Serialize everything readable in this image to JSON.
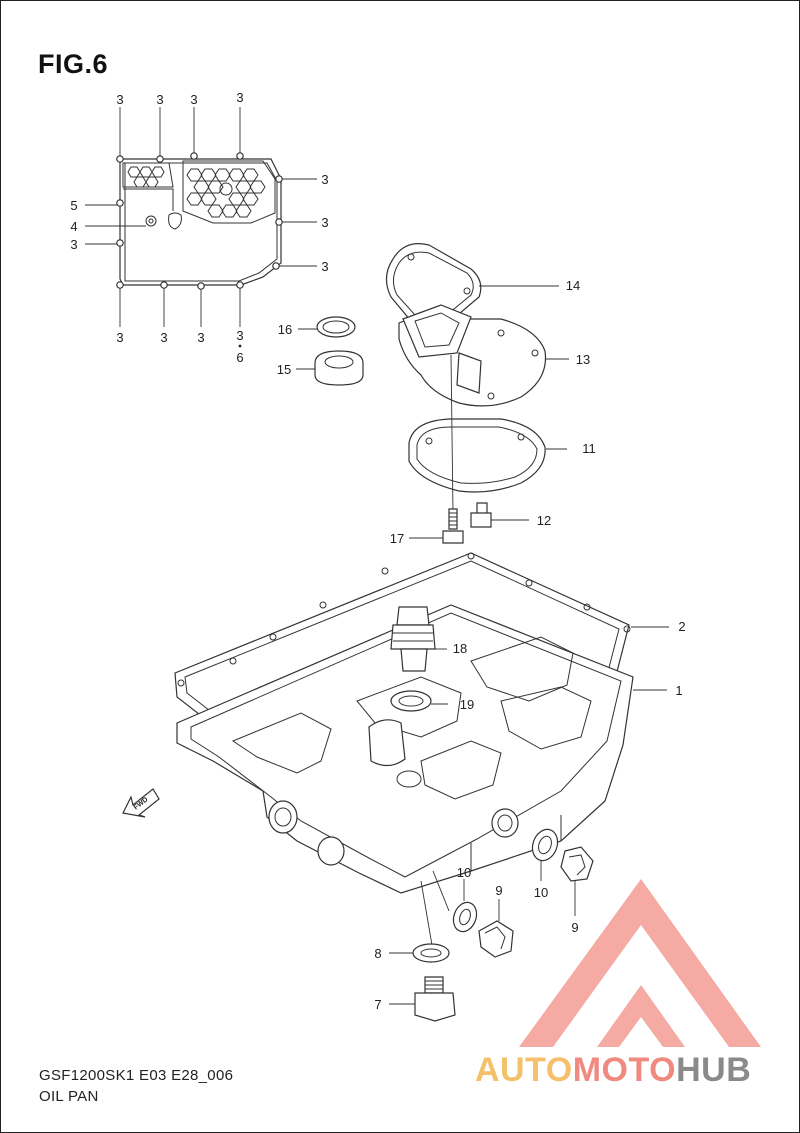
{
  "figure": {
    "title": "FIG.6"
  },
  "footer": {
    "code": "GSF1200SK1 E03 E28_006",
    "name": "OIL PAN"
  },
  "direction_marker": {
    "text": "FWD"
  },
  "watermark": {
    "part1": "AUTO",
    "part2": "MOTO",
    "part3": "HUB",
    "colors": [
      "#f4c06a",
      "#f08a80",
      "#8a8a8a"
    ]
  },
  "callouts": {
    "gasket_top": [
      "3",
      "3",
      "3",
      "3"
    ],
    "gasket_right": [
      "3",
      "3",
      "3"
    ],
    "gasket_left": [
      "5",
      "4",
      "3"
    ],
    "gasket_bottom": [
      "3",
      "3",
      "3",
      "3"
    ],
    "gasket_bottom_extra": "6",
    "parts": {
      "p1": "1",
      "p2": "2",
      "p7": "7",
      "p8": "8",
      "p9a": "9",
      "p9b": "9",
      "p10a": "10",
      "p10b": "10",
      "p11": "11",
      "p12": "12",
      "p13": "13",
      "p14": "14",
      "p15": "15",
      "p16": "16",
      "p17": "17",
      "p18": "18",
      "p19": "19"
    }
  }
}
